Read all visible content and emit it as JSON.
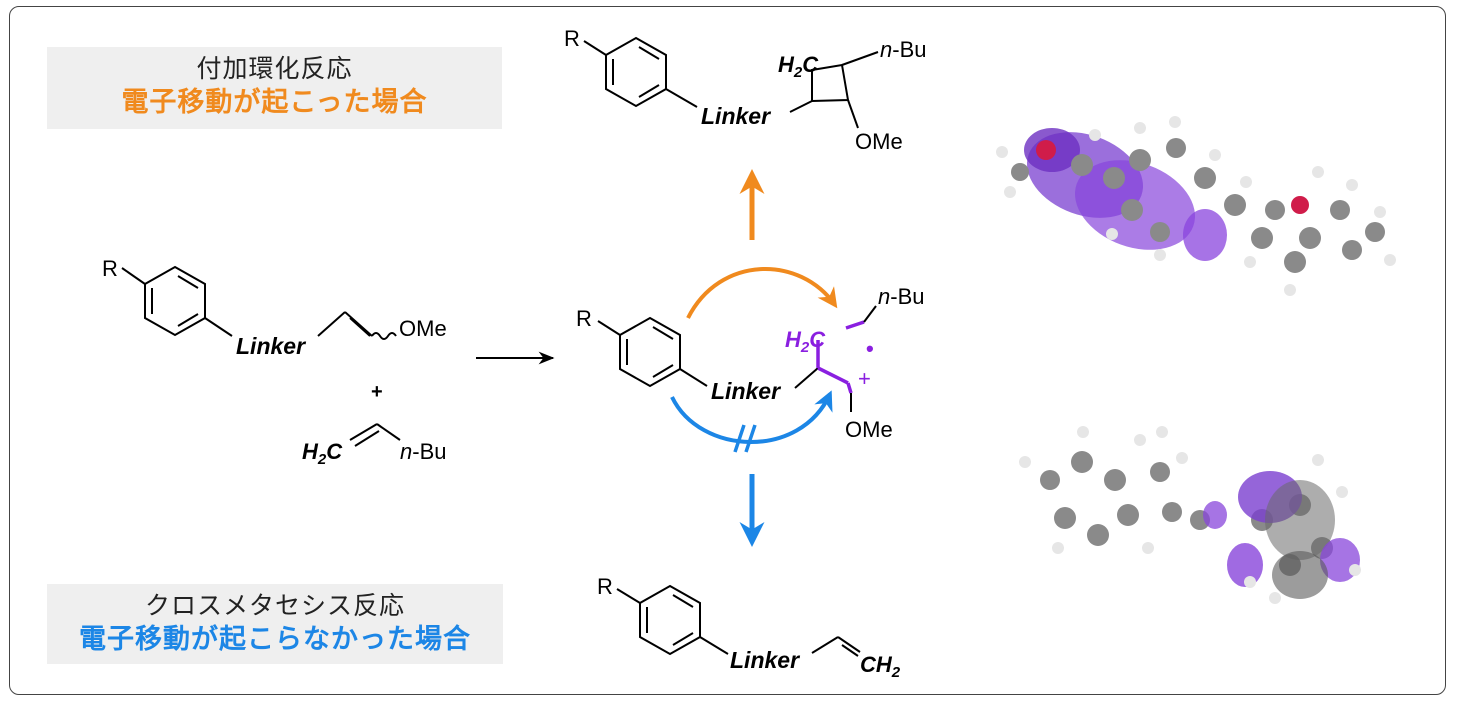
{
  "top_box": {
    "title": "付加環化反応",
    "subtitle": "電子移動が起こった場合"
  },
  "bottom_box": {
    "title": "クロスメタセシス反応",
    "subtitle": "電子移動が起こらなかった場合"
  },
  "chem_labels": {
    "r": "R",
    "linker": "Linker",
    "ome": "OMe",
    "h": "H",
    "sub2": "2",
    "c": "C",
    "n_italic": "n",
    "dash_bu": "-Bu",
    "plus": "+",
    "cation": "+",
    "radical": "•"
  },
  "colors": {
    "orange": "#f08a1e",
    "blue": "#1c86e6",
    "purple": "#8a1fe0",
    "frame": "#444444",
    "box_bg": "#efefef"
  },
  "orbital_images": {
    "top_icon": "orbital-density-top",
    "bottom_icon": "orbital-density-bottom"
  }
}
